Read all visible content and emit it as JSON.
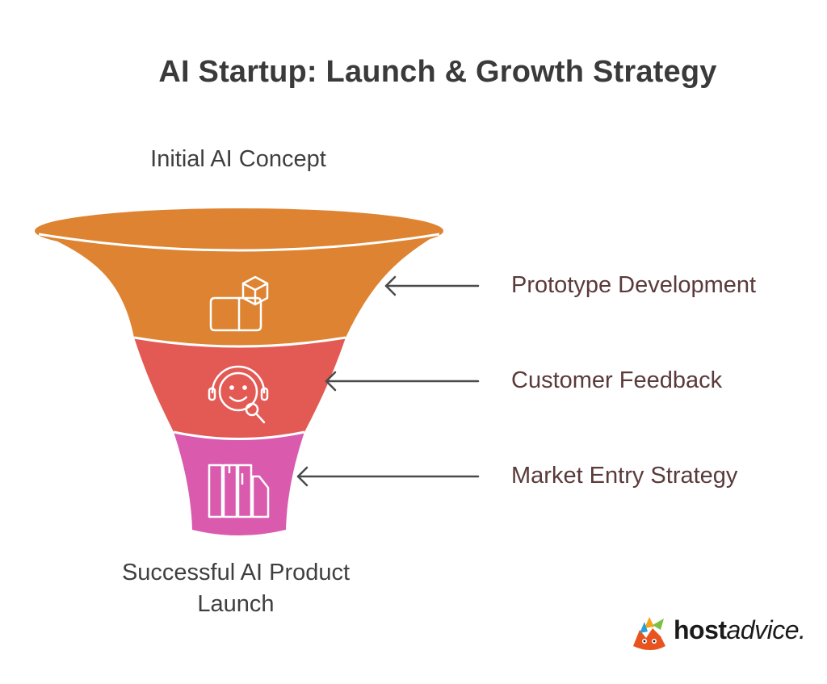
{
  "title": "AI Startup: Launch & Growth Strategy",
  "top_label": "Initial AI Concept",
  "bottom_label_line1": "Successful AI Product",
  "bottom_label_line2": "Launch",
  "stages": [
    {
      "label": "Prototype Development",
      "color": "#DE8331",
      "icon": "prototype-cube-icon"
    },
    {
      "label": "Customer Feedback",
      "color": "#E35A55",
      "icon": "support-headset-face-icon"
    },
    {
      "label": "Market Entry Strategy",
      "color": "#DA5AAE",
      "icon": "strategy-columns-icon"
    }
  ],
  "rim_color": "#DE8331",
  "arrow_color": "#4a4a4a",
  "logo": {
    "bold": "host",
    "italic": "advice."
  }
}
